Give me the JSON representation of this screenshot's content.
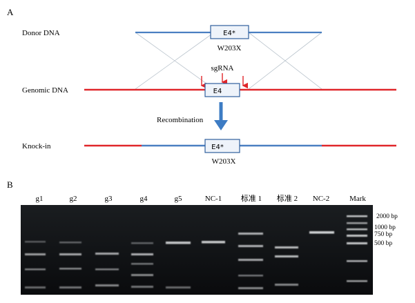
{
  "panel_a": {
    "label": "A",
    "rows": {
      "donor": "Donor DNA",
      "genomic": "Genomic DNA",
      "knockin": "Knock-in"
    },
    "donor_box": "E4*",
    "donor_mutation": "W203X",
    "genomic_box": "E4",
    "sgrna": "sgRNA",
    "recombination": "Recombination",
    "knockin_box": "E4*",
    "knockin_mutation": "W203X"
  },
  "panel_b": {
    "label": "B",
    "lanes": [
      "g1",
      "g2",
      "g3",
      "g4",
      "g5",
      "NC-1",
      "标准 1",
      "标准 2",
      "NC-2",
      "Mark"
    ],
    "ladder_labels": [
      "2000 bp",
      "1000 bp",
      "750 bp",
      "500 bp"
    ]
  },
  "colors": {
    "donor_blue": "#4a7fc1",
    "genomic_red": "#e0262a",
    "arrow_blue": "#3d7cc4",
    "gel_bg": "#101214"
  }
}
